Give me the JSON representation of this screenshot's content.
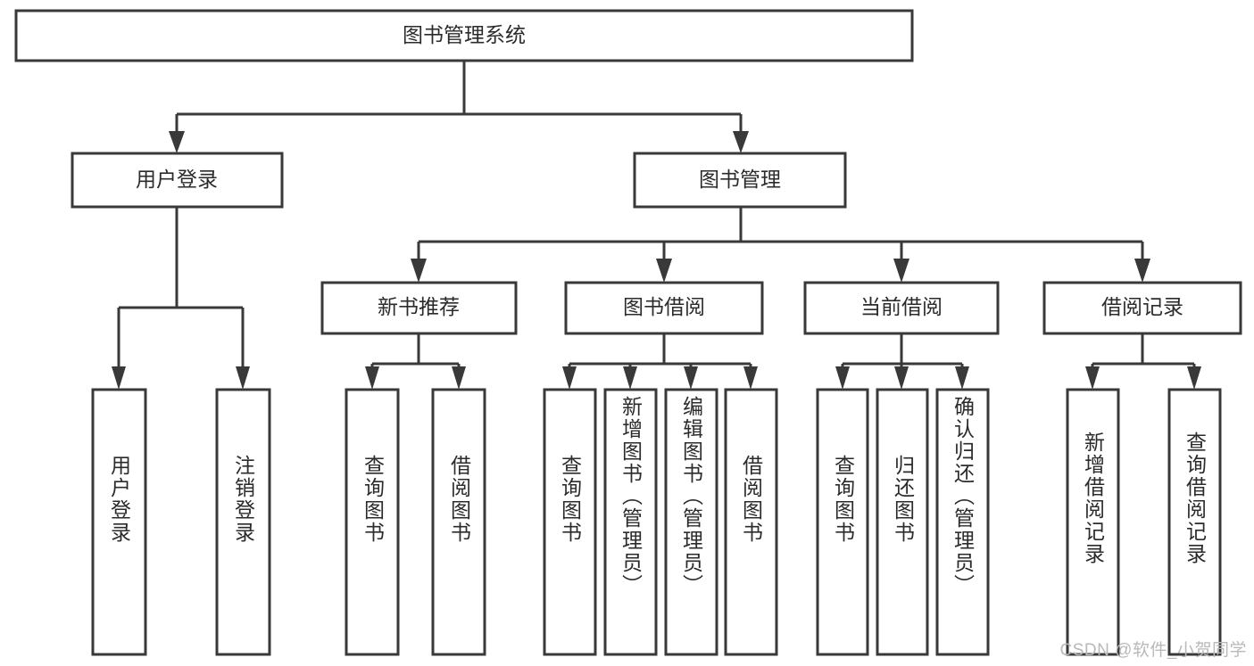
{
  "diagram": {
    "type": "tree-hierarchy",
    "title": "图书管理系统",
    "orientation": "top-down",
    "colors": {
      "box_stroke": "#393939",
      "box_fill": "#ffffff",
      "text": "#2b2b2b",
      "connector": "#393939",
      "watermark": "#b9b9b9",
      "background": "#ffffff"
    },
    "root": {
      "id": "root",
      "label": "图书管理系统"
    },
    "level2": [
      {
        "id": "user-login",
        "label": "用户登录"
      },
      {
        "id": "book-management",
        "label": "图书管理"
      }
    ],
    "level3": [
      {
        "id": "new-book-recommend",
        "label": "新书推荐",
        "parent": "book-management"
      },
      {
        "id": "book-borrow",
        "label": "图书借阅",
        "parent": "book-management"
      },
      {
        "id": "current-borrow",
        "label": "当前借阅",
        "parent": "book-management"
      },
      {
        "id": "borrow-record",
        "label": "借阅记录",
        "parent": "book-management"
      }
    ],
    "leaves": [
      {
        "id": "leaf-user-login",
        "label": "用户登录",
        "parent": "user-login"
      },
      {
        "id": "leaf-logout",
        "label": "注销登录",
        "parent": "user-login"
      },
      {
        "id": "leaf-query-book-1",
        "label": "查询图书",
        "parent": "new-book-recommend"
      },
      {
        "id": "leaf-borrow-book-1",
        "label": "借阅图书",
        "parent": "new-book-recommend"
      },
      {
        "id": "leaf-query-book-2",
        "label": "查询图书",
        "parent": "book-borrow"
      },
      {
        "id": "leaf-add-book",
        "label": "新增图书（管理员）",
        "parent": "book-borrow"
      },
      {
        "id": "leaf-edit-book",
        "label": "编辑图书（管理员）",
        "parent": "book-borrow"
      },
      {
        "id": "leaf-borrow-book-2",
        "label": "借阅图书",
        "parent": "book-borrow"
      },
      {
        "id": "leaf-query-book-3",
        "label": "查询图书",
        "parent": "current-borrow"
      },
      {
        "id": "leaf-return-book",
        "label": "归还图书",
        "parent": "current-borrow"
      },
      {
        "id": "leaf-confirm-return",
        "label": "确认归还（管理员）",
        "parent": "current-borrow"
      },
      {
        "id": "leaf-add-record",
        "label": "新增借阅记录",
        "parent": "borrow-record"
      },
      {
        "id": "leaf-query-record",
        "label": "查询借阅记录",
        "parent": "borrow-record"
      }
    ],
    "watermark": "CSDN @软件_小贺同学"
  }
}
